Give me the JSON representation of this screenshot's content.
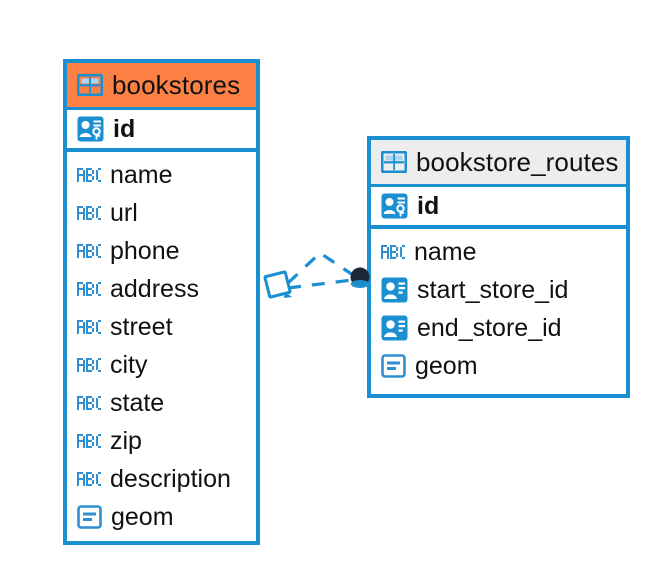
{
  "diagram": {
    "type": "entity-relationship-diagram",
    "background": "#ffffff",
    "accent_color": "#1a8fd1",
    "highlight_color": "#fd8044",
    "header_grey": "#ededed",
    "relation_endpoint_color": "#1b2838"
  },
  "entities": [
    {
      "id": "bookstores",
      "title": "bookstores",
      "title_icon": "table-icon",
      "header_style": "orange",
      "primary_key": {
        "label": "id",
        "icon": "primary-key-icon"
      },
      "fields": [
        {
          "label": "name",
          "icon": "abc-text-icon"
        },
        {
          "label": "url",
          "icon": "abc-text-icon"
        },
        {
          "label": "phone",
          "icon": "abc-text-icon"
        },
        {
          "label": "address",
          "icon": "abc-text-icon"
        },
        {
          "label": "street",
          "icon": "abc-text-icon"
        },
        {
          "label": "city",
          "icon": "abc-text-icon"
        },
        {
          "label": "state",
          "icon": "abc-text-icon"
        },
        {
          "label": "zip",
          "icon": "abc-text-icon"
        },
        {
          "label": "description",
          "icon": "abc-text-icon"
        },
        {
          "label": "geom",
          "icon": "geometry-icon"
        }
      ]
    },
    {
      "id": "bookstore_routes",
      "title": "bookstore_routes",
      "title_icon": "table-icon",
      "header_style": "grey",
      "primary_key": {
        "label": "id",
        "icon": "primary-key-icon"
      },
      "fields": [
        {
          "label": "name",
          "icon": "abc-text-icon"
        },
        {
          "label": "start_store_id",
          "icon": "foreign-key-icon"
        },
        {
          "label": "end_store_id",
          "icon": "foreign-key-icon"
        },
        {
          "label": "geom",
          "icon": "geometry-icon"
        }
      ]
    }
  ],
  "relationship": {
    "style": "dashed",
    "color": "#1a8fd1",
    "source_marker": "diamond-marker",
    "target_marker": "filled-circle-marker"
  }
}
